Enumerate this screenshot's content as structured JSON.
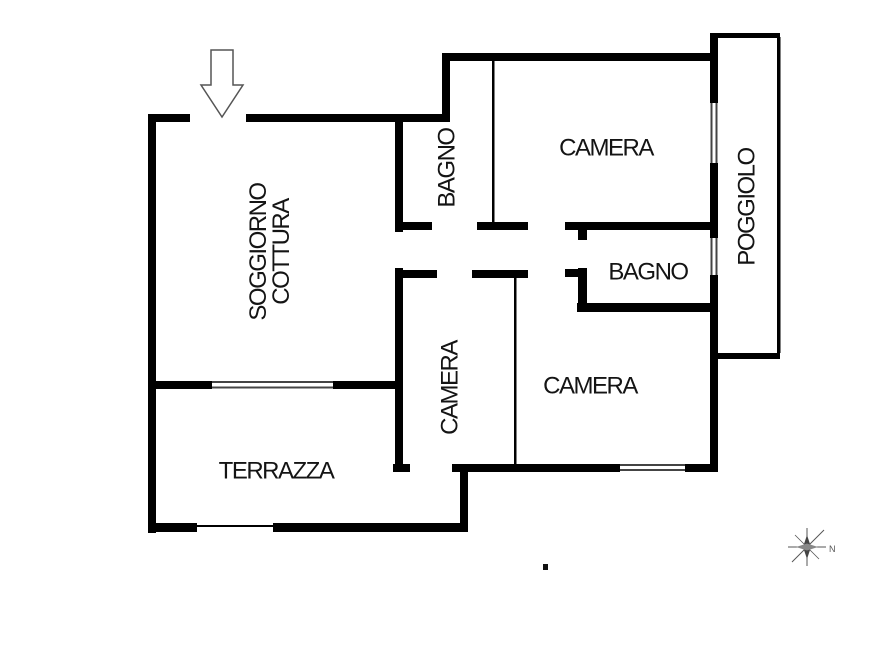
{
  "floor_plan": {
    "rooms": {
      "soggiorno": {
        "line1": "SOGGIORNO",
        "line2": "COTTURA"
      },
      "bagno_top": {
        "label": "BAGNO"
      },
      "camera_top": {
        "label": "CAMERA"
      },
      "poggiolo": {
        "label": "POGGIOLO"
      },
      "bagno_main": {
        "label": "BAGNO"
      },
      "camera_corridor": {
        "label": "CAMERA"
      },
      "camera_main": {
        "label": "CAMERA"
      },
      "terrazza": {
        "label": "TERRAZZA"
      }
    },
    "compass": {
      "north_label": "N"
    },
    "colors": {
      "wall": "#000000",
      "text": "#141414",
      "window_line": "#444444",
      "arrow_outline": "#555555",
      "compass": "#555555",
      "background": "#ffffff"
    }
  }
}
